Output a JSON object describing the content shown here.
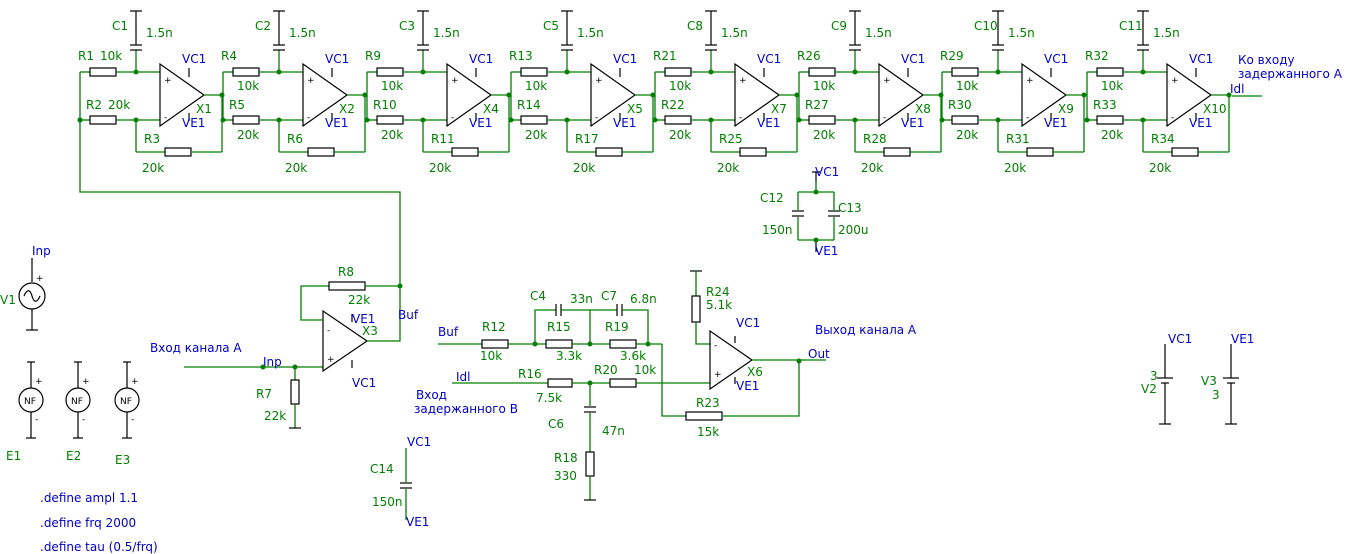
{
  "colors": {
    "wire": "#008000",
    "component": "#000000",
    "net_label": "#0000cc",
    "value_label": "#008000"
  },
  "chain": [
    {
      "c": "C1",
      "c_val": "1.5n",
      "rin": "R1",
      "rin_val": "10k",
      "r2": "R2",
      "r2_val": "20k",
      "rf": "R3",
      "rf_val": "20k",
      "x": "X1"
    },
    {
      "c": "C2",
      "c_val": "1.5n",
      "rin": "R4",
      "rin_val": "10k",
      "r2": "R5",
      "r2_val": "20k",
      "rf": "R6",
      "rf_val": "20k",
      "x": "X2"
    },
    {
      "c": "C3",
      "c_val": "1.5n",
      "rin": "R9",
      "rin_val": "10k",
      "r2": "R10",
      "r2_val": "20k",
      "rf": "R11",
      "rf_val": "20k",
      "x": "X4"
    },
    {
      "c": "C5",
      "c_val": "1.5n",
      "rin": "R13",
      "rin_val": "10k",
      "r2": "R14",
      "r2_val": "20k",
      "rf": "R17",
      "rf_val": "20k",
      "x": "X5"
    },
    {
      "c": "C8",
      "c_val": "1.5n",
      "rin": "R21",
      "rin_val": "10k",
      "r2": "R22",
      "r2_val": "20k",
      "rf": "R25",
      "rf_val": "20k",
      "x": "X7"
    },
    {
      "c": "C9",
      "c_val": "1.5n",
      "rin": "R26",
      "rin_val": "10k",
      "r2": "R27",
      "r2_val": "20k",
      "rf": "R28",
      "rf_val": "20k",
      "x": "X8"
    },
    {
      "c": "C10",
      "c_val": "1.5n",
      "rin": "R29",
      "rin_val": "10k",
      "r2": "R30",
      "r2_val": "20k",
      "rf": "R31",
      "rf_val": "20k",
      "x": "X9"
    },
    {
      "c": "C11",
      "c_val": "1.5n",
      "rin": "R32",
      "rin_val": "10k",
      "r2": "R33",
      "r2_val": "20k",
      "rf": "R34",
      "rf_val": "20k",
      "x": "X10"
    }
  ],
  "nets": {
    "vc1": "VC1",
    "ve1": "VE1",
    "inp": "Inp",
    "buf": "Buf",
    "idl": "Idl",
    "out": "Out"
  },
  "text": {
    "ko_vhodu_1": "Ко входу",
    "ko_vhodu_2": "задержанного А",
    "vhod_kanala_a": "Вход канала А",
    "vhod_1": "Вход",
    "vhod_2": "задержанного В",
    "vyhod_kanala_a": "Выход канала А"
  },
  "parts": {
    "c12": "C12",
    "c12_val": "150n",
    "c13": "C13",
    "c13_val": "200u",
    "v1": "V1",
    "r8": "R8",
    "r8_val": "22k",
    "x3": "X3",
    "r7": "R7",
    "r7_val": "22k",
    "e1": "E1",
    "e2": "E2",
    "e3": "E3",
    "nf": "NF",
    "c14": "C14",
    "c14_val": "150n",
    "c4": "C4",
    "c4_val": "33n",
    "c7": "C7",
    "c7_val": "6.8n",
    "r12": "R12",
    "r12_val": "10k",
    "r15": "R15",
    "r15_val": "3.3k",
    "r19": "R19",
    "r19_val": "3.6k",
    "r24": "R24",
    "r24_val": "5.1k",
    "x6": "X6",
    "r16": "R16",
    "r16_val": "7.5k",
    "r20": "R20",
    "r20_val": "10k",
    "c6": "C6",
    "c6_val": "47n",
    "r18": "R18",
    "r18_val": "330",
    "r23": "R23",
    "r23_val": "15k",
    "v2": "V2",
    "v2_val": "3",
    "v3": "V3",
    "v3_val": "3"
  },
  "defines": [
    ".define ampl 1.1",
    ".define frq 2000",
    ".define tau (0.5/frq)"
  ]
}
